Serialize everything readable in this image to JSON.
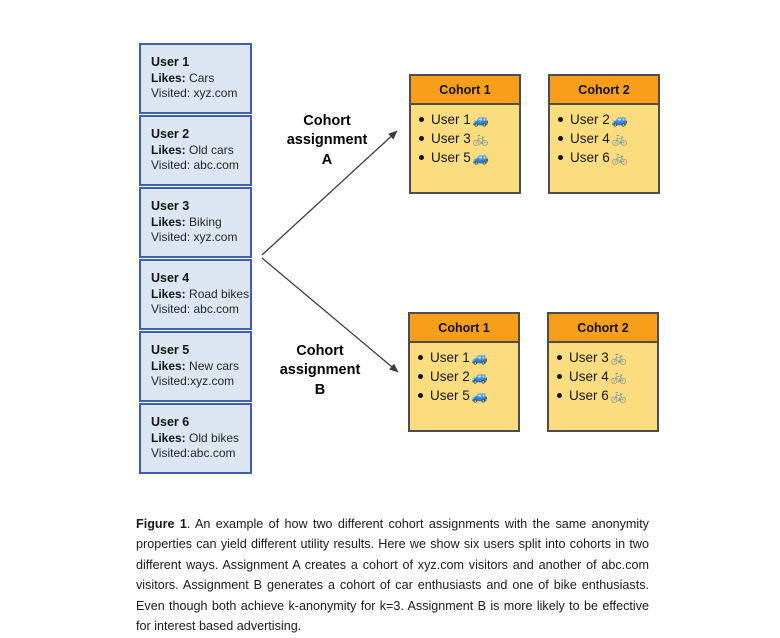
{
  "figure": {
    "users": [
      {
        "name": "User 1",
        "likes_label": "Likes:",
        "likes": "Cars",
        "visited": "Visited: xyz.com"
      },
      {
        "name": "User 2",
        "likes_label": "Likes:",
        "likes": "Old cars",
        "visited": "Visited: abc.com"
      },
      {
        "name": "User 3",
        "likes_label": "Likes:",
        "likes": "Biking",
        "visited": "Visited: xyz.com"
      },
      {
        "name": "User 4",
        "likes_label": "Likes:",
        "likes": "Road bikes",
        "visited": "Visited: abc.com"
      },
      {
        "name": "User 5",
        "likes_label": "Likes:",
        "likes": "New cars",
        "visited": "Visited:xyz.com"
      },
      {
        "name": "User 6",
        "likes_label": "Likes:",
        "likes": "Old bikes",
        "visited": "Visited:abc.com"
      }
    ],
    "assignment_a": {
      "label": "Cohort\nassignment\nA",
      "label_line1": "Cohort",
      "label_line2": "assignment",
      "label_line3": "A",
      "cohorts": [
        {
          "title": "Cohort 1",
          "members": [
            {
              "label": "User 1",
              "icon": "car-icon",
              "glyph": "🚙"
            },
            {
              "label": "User 3",
              "icon": "bicycle-icon",
              "glyph": "🚲"
            },
            {
              "label": "User 5",
              "icon": "car-icon",
              "glyph": "🚙"
            }
          ]
        },
        {
          "title": "Cohort 2",
          "members": [
            {
              "label": "User 2",
              "icon": "car-icon",
              "glyph": "🚙"
            },
            {
              "label": "User 4",
              "icon": "bicycle-icon",
              "glyph": "🚲"
            },
            {
              "label": "User 6",
              "icon": "bicycle-icon",
              "glyph": "🚲"
            }
          ]
        }
      ]
    },
    "assignment_b": {
      "label_line1": "Cohort",
      "label_line2": "assignment",
      "label_line3": "B",
      "cohorts": [
        {
          "title": "Cohort 1",
          "members": [
            {
              "label": "User 1",
              "icon": "car-icon",
              "glyph": "🚙"
            },
            {
              "label": "User 2",
              "icon": "car-icon",
              "glyph": "🚙"
            },
            {
              "label": "User 5",
              "icon": "car-icon",
              "glyph": "🚙"
            }
          ]
        },
        {
          "title": "Cohort 2",
          "members": [
            {
              "label": "User 3",
              "icon": "bicycle-icon",
              "glyph": "🚲"
            },
            {
              "label": "User 4",
              "icon": "bicycle-icon",
              "glyph": "🚲"
            },
            {
              "label": "User 6",
              "icon": "bicycle-icon",
              "glyph": "🚲"
            }
          ]
        }
      ]
    },
    "caption": {
      "prefix": "Figure 1",
      "body": ". An example of how two different cohort assignments with the same anonymity properties can yield different utility results. Here we show six users split into cohorts in two different ways. Assignment A creates a cohort of xyz.com visitors and another of abc.com visitors. Assignment B generates a cohort of car enthusiasts and one of bike enthusiasts. Even though both achieve k-anonymity for k=3. Assignment B is more likely to be effective for interest based advertising."
    },
    "colors": {
      "user_card_fill": "#dce5f2",
      "user_card_border": "#3a62ab",
      "cohort_header": "#f89e1b",
      "cohort_body": "#fbdd80",
      "cohort_border": "#4d4d4d",
      "arrow": "#444444",
      "car_icon": "#4a7ebb",
      "bike_icon": "#c8a05a"
    }
  }
}
